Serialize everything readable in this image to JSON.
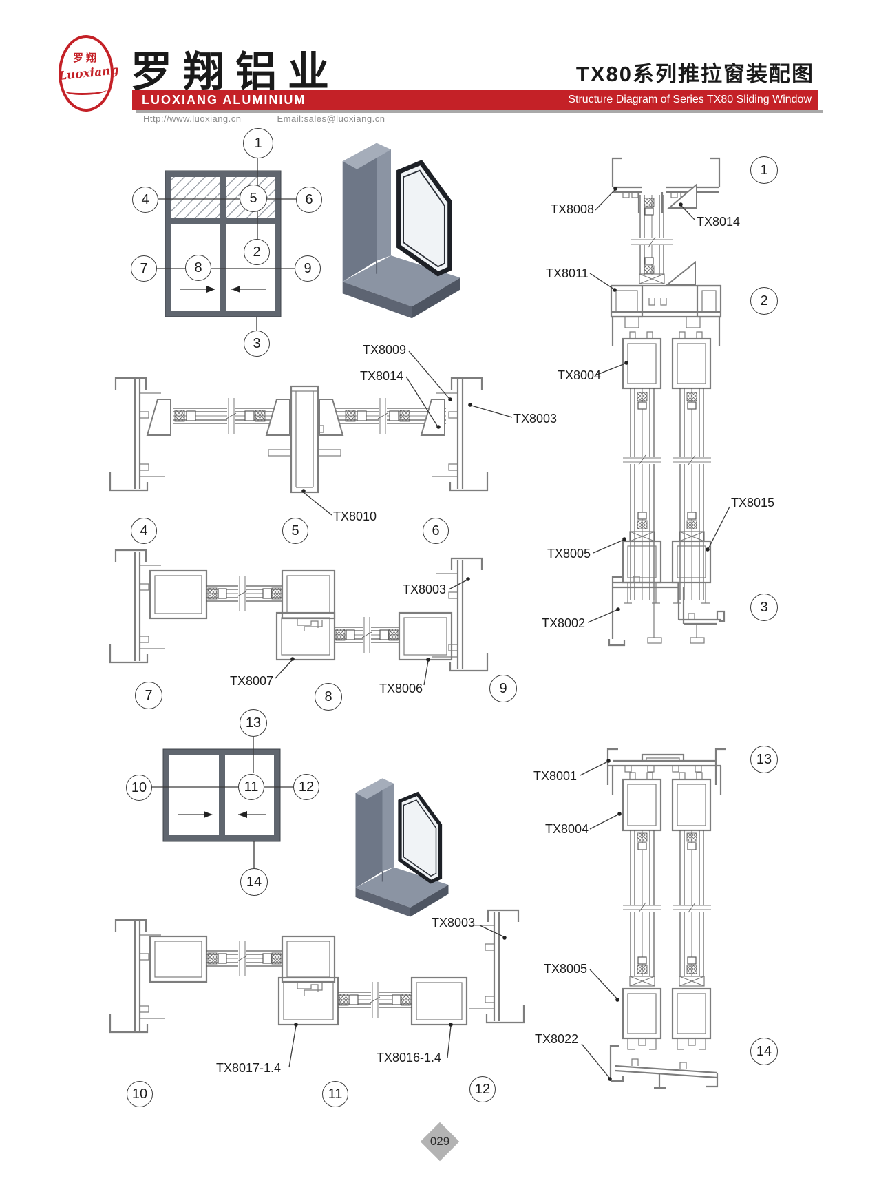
{
  "header": {
    "logo_cn": "罗翔",
    "logo_script": "Luoxiang",
    "brand_cn": "罗翔铝业",
    "brand_en": "LUOXIANG ALUMINIUM",
    "website": "Http://www.luoxiang.cn",
    "email": "Email:sales@luoxiang.cn",
    "title_cn": "TX80系列推拉窗装配图",
    "title_en": "Structure Diagram of Series TX80 Sliding Window"
  },
  "colors": {
    "brand_red": "#c42127",
    "profile_gray": "#7d7d7d",
    "frame_slate": "#60666f",
    "diamond_gray": "#b3b3b3"
  },
  "page_number": "029",
  "callouts": {
    "c1": "1",
    "c2": "2",
    "c3": "3",
    "c4": "4",
    "c5": "5",
    "c6": "6",
    "c7": "7",
    "c8": "8",
    "c9": "9",
    "c10": "10",
    "c11": "11",
    "c12": "12",
    "c13": "13",
    "c14": "14"
  },
  "labels": {
    "tx8001": "TX8001",
    "tx8002": "TX8002",
    "tx8003": "TX8003",
    "tx8004": "TX8004",
    "tx8005": "TX8005",
    "tx8006": "TX8006",
    "tx8007": "TX8007",
    "tx8008": "TX8008",
    "tx8009": "TX8009",
    "tx8010": "TX8010",
    "tx8011": "TX8011",
    "tx8014": "TX8014",
    "tx8015": "TX8015",
    "tx8016": "TX8016-1.4",
    "tx8017": "TX8017-1.4",
    "tx8022": "TX8022"
  }
}
